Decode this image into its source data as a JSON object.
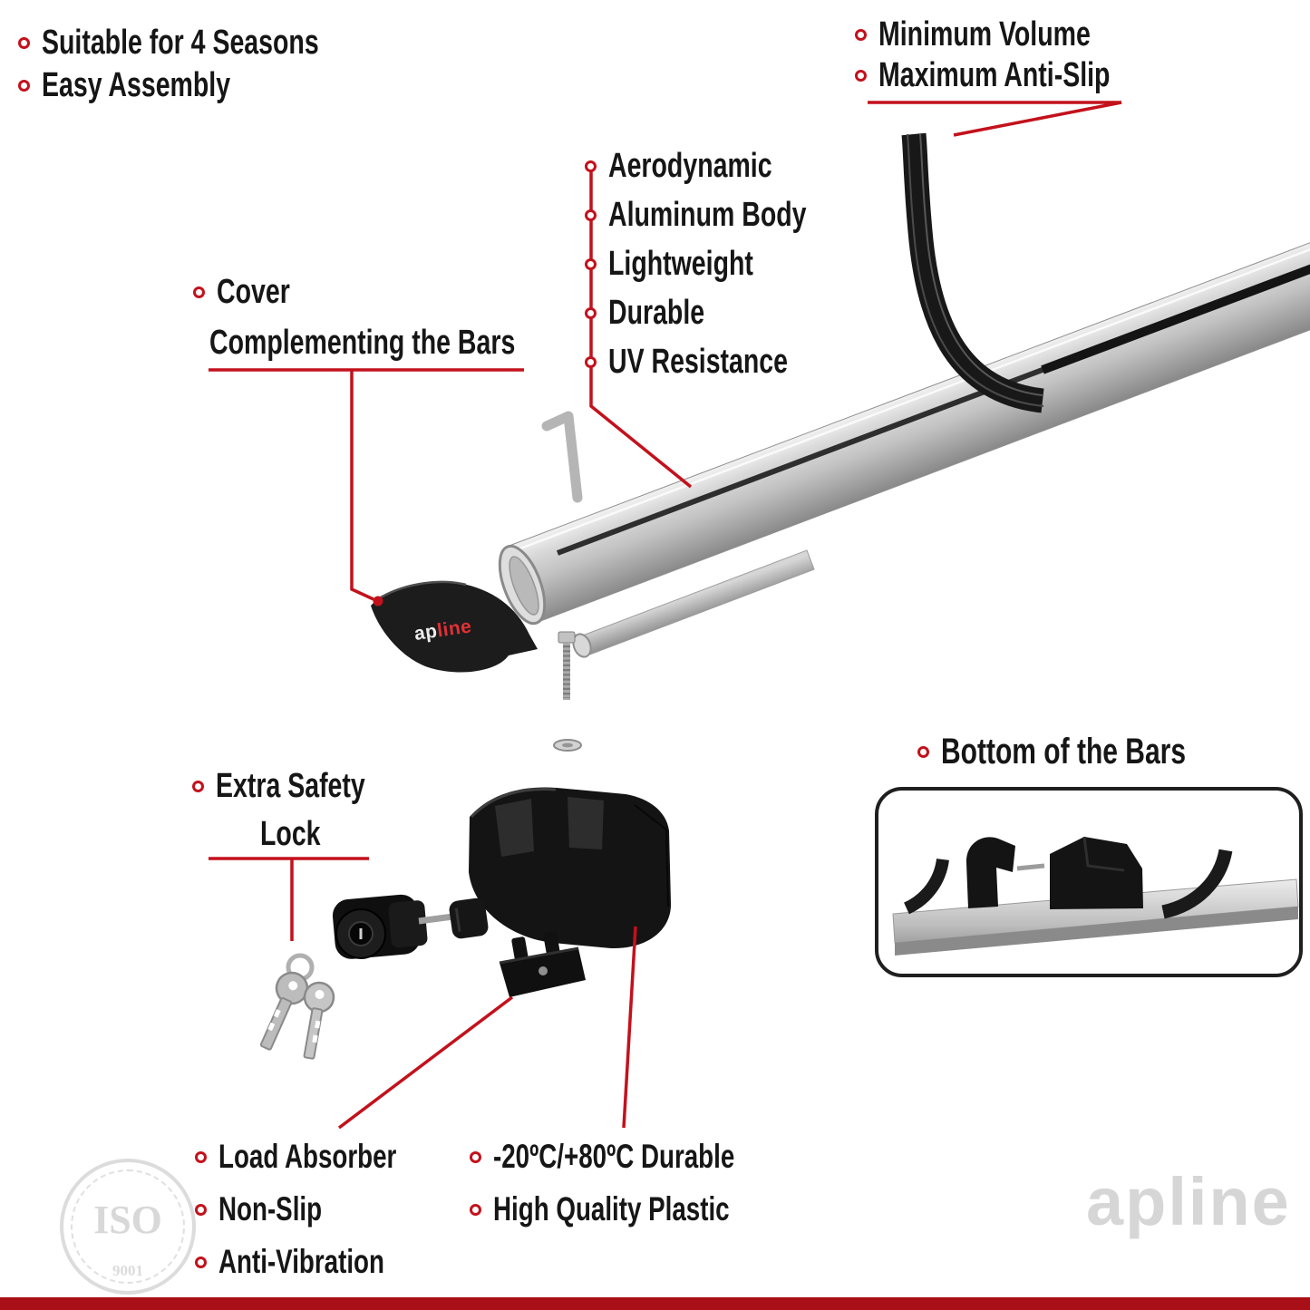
{
  "colors": {
    "accent": "#c3111c",
    "bottom_bar": "#a90f16",
    "text": "#161616"
  },
  "top_left_features": [
    "Suitable for 4 Seasons",
    "Easy Assembly"
  ],
  "top_right_features": [
    "Minimum Volume",
    "Maximum Anti-Slip"
  ],
  "bar_features": [
    "Aerodynamic",
    "Aluminum Body",
    "Lightweight",
    "Durable",
    "UV Resistance"
  ],
  "cover_label": [
    "Cover",
    "Complementing the Bars"
  ],
  "lock_label": [
    "Extra Safety",
    "Lock"
  ],
  "inset_label": "Bottom of the Bars",
  "bottom_left_features": [
    "Load Absorber",
    "Non-Slip",
    "Anti-Vibration"
  ],
  "bottom_right_features": [
    "-20ºC/+80ºC Durable",
    "High Quality Plastic"
  ],
  "logo": {
    "prefix": "ap",
    "suffix": "line"
  },
  "watermarks": {
    "brand": "apline",
    "iso": "ISO",
    "iso_number": "9001"
  }
}
